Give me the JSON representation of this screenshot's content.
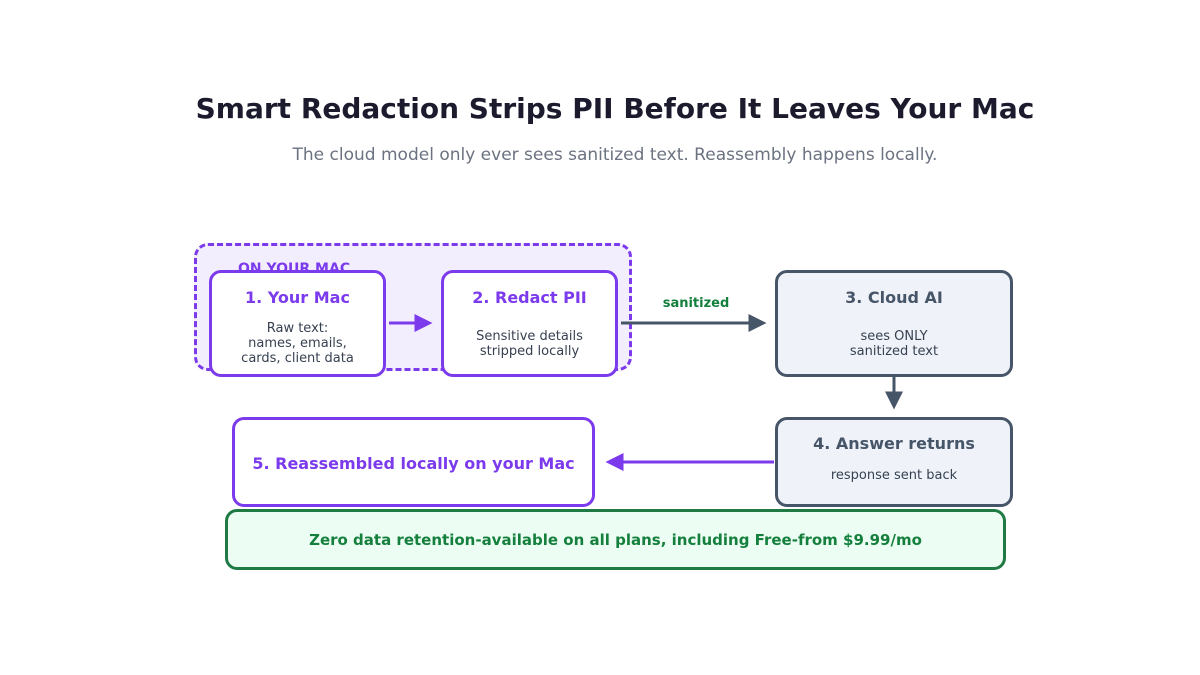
{
  "header": {
    "title": "Smart Redaction Strips PII Before It Leaves Your Mac",
    "subtitle": "The cloud model only ever sees sanitized text. Reassembly happens locally."
  },
  "zone": {
    "label": "ON YOUR MAC"
  },
  "steps": [
    {
      "title": "1. Your Mac",
      "body": [
        "Raw text:",
        "names, emails,",
        "cards, client data"
      ]
    },
    {
      "title": "2. Redact PII",
      "body": [
        "Sensitive details",
        "stripped locally"
      ]
    },
    {
      "title": "3. Cloud AI",
      "body": [
        "sees ONLY",
        "sanitized text"
      ]
    },
    {
      "title": "4. Answer returns",
      "body": [
        "response sent back"
      ]
    },
    {
      "title": "5. Reassembled locally on your Mac",
      "body": []
    }
  ],
  "edges": {
    "redact_to_cloud_label": "sanitized"
  },
  "footer": {
    "items": [
      "Zero data retention",
      "available on all plans, including Free",
      "from $9.99/mo"
    ],
    "separator": "-"
  },
  "colors": {
    "local_accent": "#7c3aed",
    "cloud_accent": "#475569",
    "success_accent": "#15803d"
  }
}
